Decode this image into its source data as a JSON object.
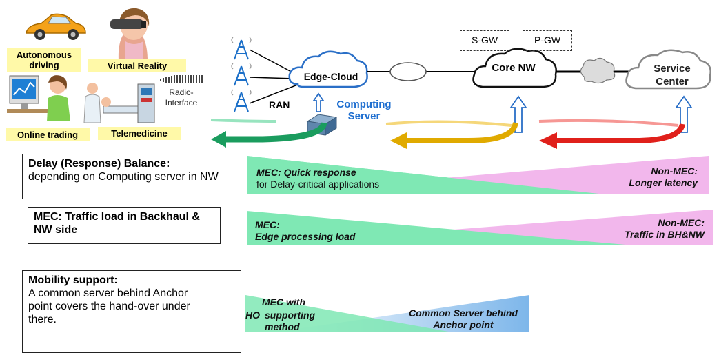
{
  "apps": {
    "autonomous": "Autonomous driving",
    "vr": "Virtual Reality",
    "online_trading": "Online trading",
    "telemedicine": "Telemedicine"
  },
  "network": {
    "radio_interface": "Radio-Interface",
    "ran": "RAN",
    "edge_cloud": "Edge-Cloud",
    "computing_server": "Computing Server",
    "sgw": "S-GW",
    "pgw": "P-GW",
    "core_nw": "Core NW",
    "service_center": "Service Center"
  },
  "rows": [
    {
      "title": "Delay (Response) Balance:",
      "body": " depending on Computing server in NW",
      "mec_head": "MEC: Quick response",
      "mec_sub": "for Delay-critical applications",
      "non_mec_head": "Non-MEC:",
      "non_mec_sub": "Longer latency"
    },
    {
      "title": "MEC: Traffic load in Backhaul & NW side",
      "mec_head": "MEC:",
      "mec_sub": "Edge processing load",
      "non_mec_head": "Non-MEC:",
      "non_mec_sub": "Traffic in BH&NW"
    },
    {
      "title": "Mobility support:",
      "body": "A common server behind Anchor point covers the hand-over under there.",
      "mec_head": "MEC with",
      "mec_ho": "HO",
      "mec_sub": "supporting method",
      "non_mec_text": "Common Server behind Anchor point"
    }
  ],
  "colors": {
    "green_wedge": "#7fe8b4",
    "pink_wedge": "#f2b7ec",
    "blue_wedge": "#7db6ea",
    "green_arrow": "#1a9c5e",
    "yellow_arrow": "#d9a400",
    "red_arrow": "#e0201b",
    "cloud_border": "#2a6fc7"
  }
}
